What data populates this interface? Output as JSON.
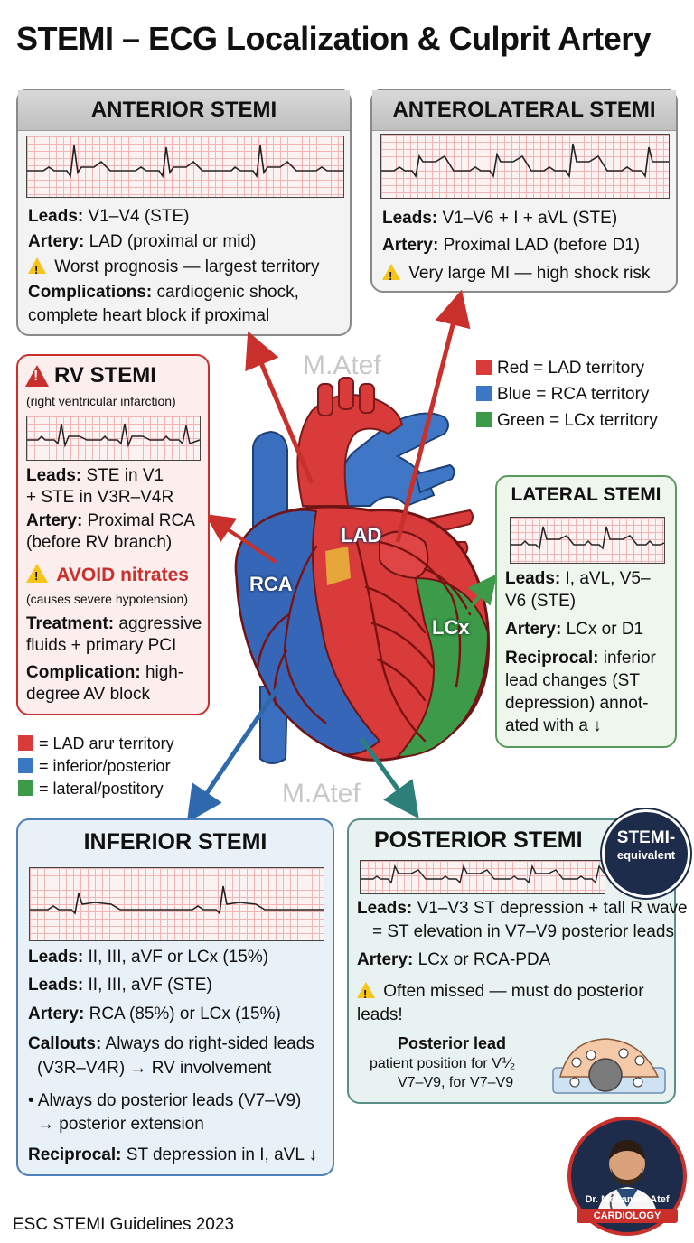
{
  "title": "STEMI – ECG Localization & Culprit Artery",
  "watermark": "M.Atef",
  "colors": {
    "lad": "#d93a3a",
    "rca": "#3a78c4",
    "lcx": "#3c9a48",
    "warning": "#f5c518"
  },
  "anterior": {
    "heading": "ANTERIOR STEMI",
    "leads_label": "Leads:",
    "leads": "V1–V4 (STE)",
    "artery_label": "Artery:",
    "artery": "LAD (proximal or mid)",
    "warning": "Worst prognosis — largest territory",
    "complications_label": "Complications:",
    "complications": "cardiogenic shock,",
    "complications_2": "complete heart block if proximal"
  },
  "anterolateral": {
    "heading": "ANTEROLATERAL STEMI",
    "leads_label": "Leads:",
    "leads": "V1–V6 + I + aVL (STE)",
    "artery_label": "Artery:",
    "artery": "Proximal LAD (before D1)",
    "warning": "Very large MI — high shock risk"
  },
  "rv": {
    "heading": "RV STEMI",
    "subheading": "(right ventricular infarction)",
    "leads_label": "Leads:",
    "leads": "STE in V1",
    "leads_2": "+ STE in V3R–V4R",
    "artery_label": "Artery:",
    "artery": "Proximal RCA",
    "artery_2": "(before RV branch)",
    "avoid": "AVOID nitrates",
    "avoid_note": "(causes severe hypotension)",
    "treatment_label": "Treatment:",
    "treatment": "aggressive",
    "treatment_2": "fluids + primary PCI",
    "complication_label": "Complication:",
    "complication": "high-",
    "complication_2": "degree AV block"
  },
  "legend_top": [
    {
      "label": "Red = LAD territory"
    },
    {
      "label": "Blue = RCA territory"
    },
    {
      "label": "Green = LCx territory"
    }
  ],
  "legend_left": [
    {
      "label": "= LAD arư territory"
    },
    {
      "label": "= inferior/posterior"
    },
    {
      "label": "= lateral/postitory"
    }
  ],
  "heart_labels": {
    "lad": "LAD",
    "rca": "RCA",
    "lcx": "LCx"
  },
  "lateral": {
    "heading": "LATERAL STEMI",
    "leads_label": "Leads:",
    "leads": "I, aVL, V5–",
    "leads_2": "V6 (STE)",
    "artery_label": "Artery:",
    "artery": "LCx or D1",
    "reciprocal_label": "Reciprocal:",
    "reciprocal": "inferior",
    "reciprocal_2": "lead changes (ST",
    "reciprocal_3": "depression) annot-",
    "reciprocal_4": "ated with a ↓"
  },
  "inferior": {
    "heading": "INFERIOR STEMI",
    "leads_label": "Leads:",
    "leads": "II, III, aVF or LCx (15%)",
    "leads2_label": "Leads:",
    "leads2": "II, III, aVF (STE)",
    "artery_label": "Artery:",
    "artery": "RCA (85%) or LCx (15%)",
    "callouts_label": "Callouts:",
    "callouts": "Always do right-sided leads",
    "callouts_2": "(V3R–V4R) → RV involvement",
    "bullet": "• Always do posterior leads (V7–V9)",
    "bullet_2": "→ posterior extension",
    "reciprocal_label": "Reciprocal:",
    "reciprocal": "ST depression in I, aVL ↓"
  },
  "posterior": {
    "heading": "POSTERIOR STEMI",
    "badge_1": "STEMI-",
    "badge_2": "equivalent",
    "leads_label": "Leads:",
    "leads": "V1–V3 ST depression + tall R wave",
    "leads_2": "= ST elevation in V7–V9 posterior leads",
    "artery_label": "Artery:",
    "artery": "LCx or RCA-PDA",
    "warning": "Often missed — must do posterior",
    "warning_2": "leads!",
    "lead_title": "Posterior lead",
    "lead_note": "patient position for V⅟₂",
    "lead_note_2": "V7–V9, for V7–V9"
  },
  "footer": "ESC STEMI Guidelines 2023",
  "logo": {
    "name": "Dr. Mohamed Atef",
    "specialty": "CARDIOLOGY"
  }
}
